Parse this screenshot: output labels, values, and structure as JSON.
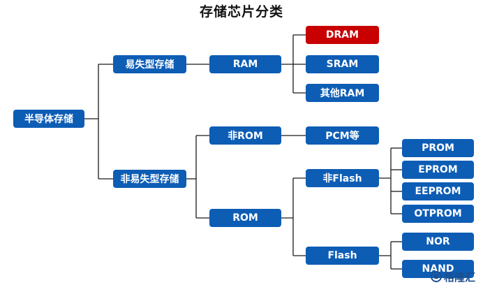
{
  "title": "存储芯片分类",
  "nodes": {
    "root": "半导体存储",
    "volatile": "易失型存储",
    "nonvolatile": "非易失型存储",
    "ram": "RAM",
    "dram": "DRAM",
    "sram": "SRAM",
    "other_ram": "其他RAM",
    "non_rom": "非ROM",
    "pcm": "PCM等",
    "rom": "ROM",
    "non_flash": "非Flash",
    "flash": "Flash",
    "prom": "PROM",
    "eprom": "EPROM",
    "eeprom": "EEPROM",
    "otprom": "OTPROM",
    "nor": "NOR",
    "nand": "NAND"
  },
  "colors": {
    "node": "#0d5db5",
    "highlight": "#c80000",
    "line": "#1a1a1a"
  },
  "watermark": {
    "icon": "gelonghui-logo-icon",
    "text": "格隆汇"
  }
}
